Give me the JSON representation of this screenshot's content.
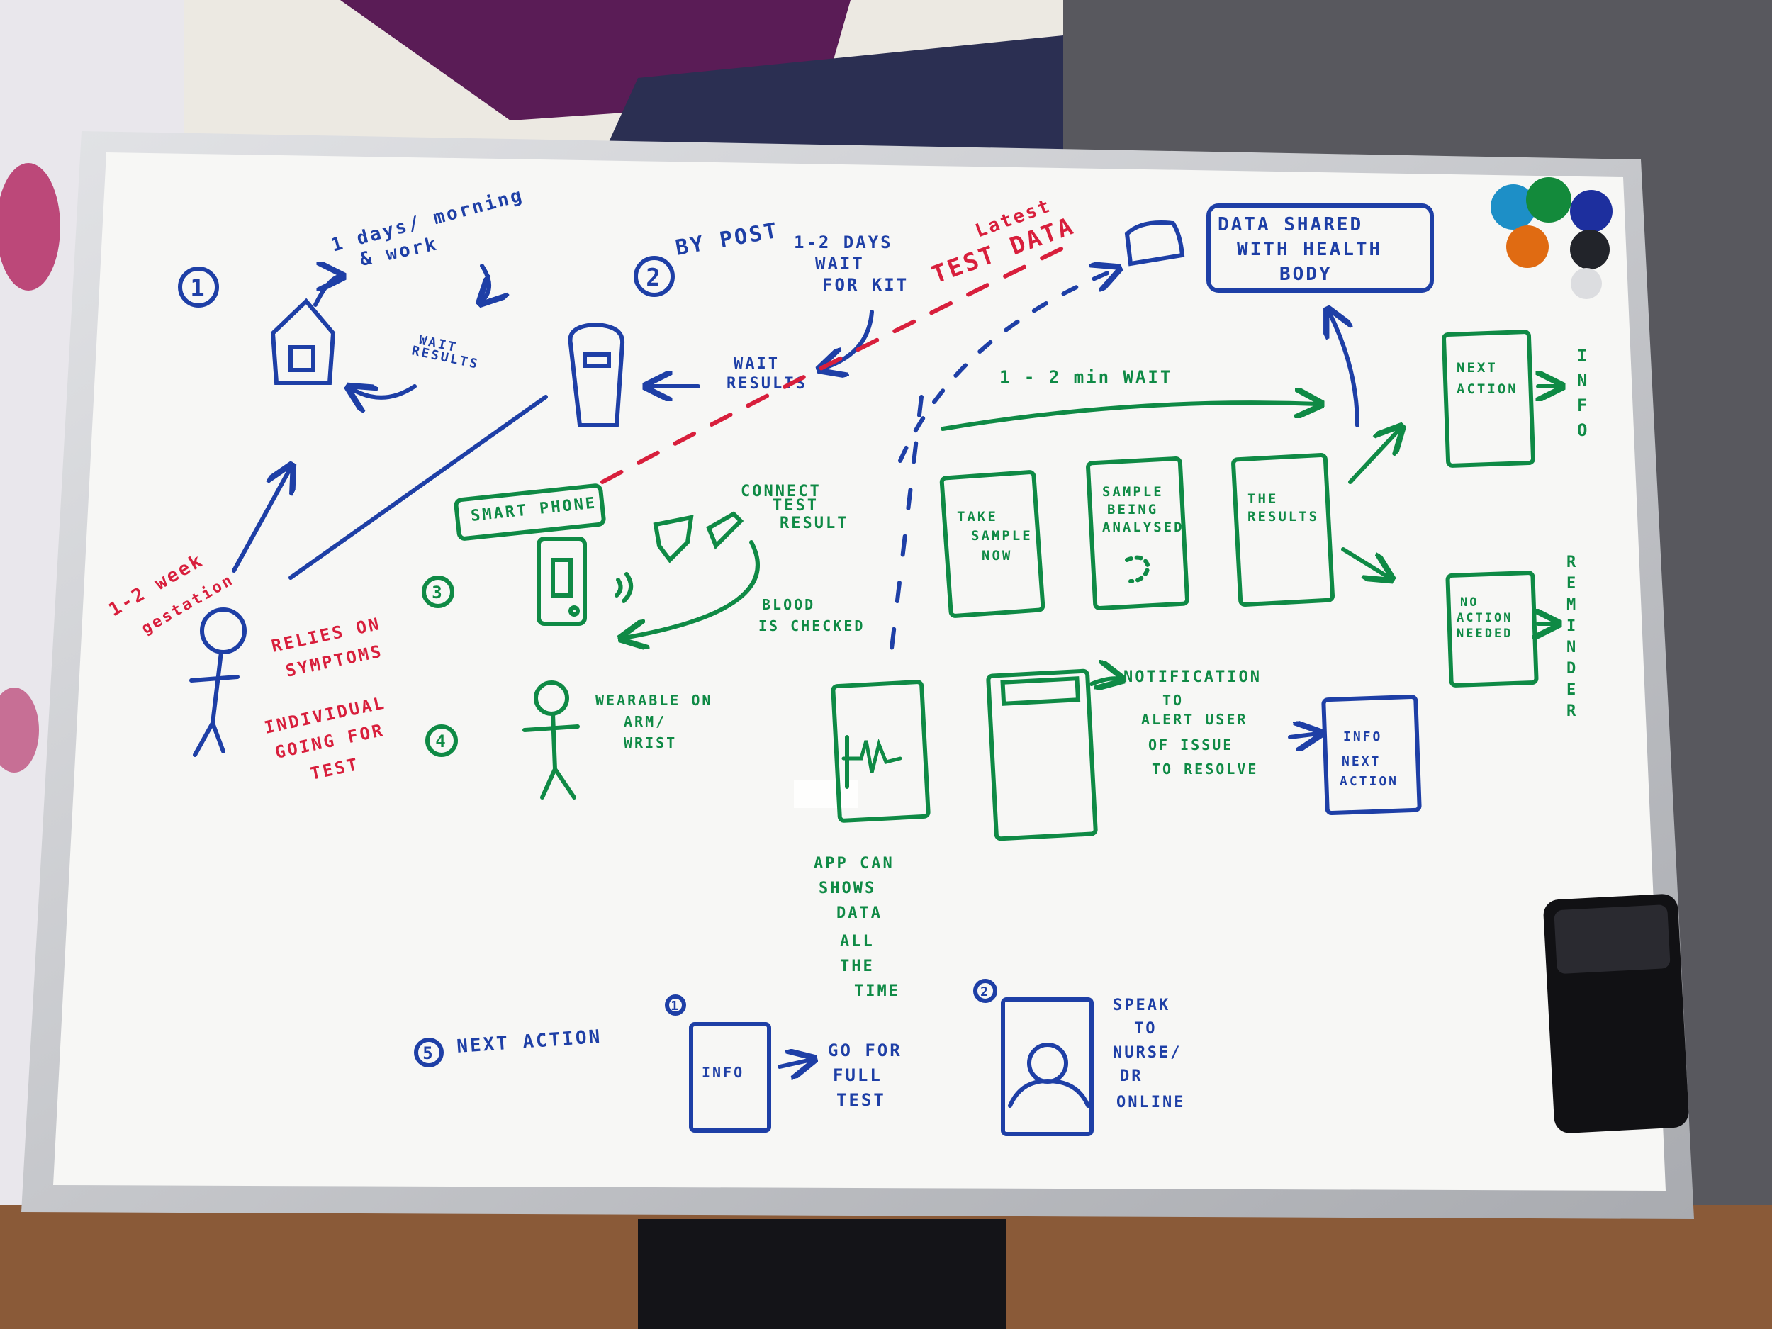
{
  "colors": {
    "blue_marker": "#1e3fa6",
    "green_marker": "#0f8a45",
    "red_marker": "#d81f3c",
    "board": "#f7f7f5",
    "frame": "#c9cacd"
  },
  "icons": [
    "house-icon",
    "postbox-icon",
    "stick-figure-icon",
    "smartphone-icon",
    "lancet-icon",
    "wifi-icon",
    "person-portrait-icon",
    "magnet-icon",
    "eraser-icon"
  ],
  "steps": {
    "one": {
      "number": "1",
      "cycle_top_1": "1 days/ morning",
      "cycle_top_2": "& work",
      "wait_1": "WAIT",
      "wait_2": "RESULTS",
      "duration_1": "1-2 week",
      "duration_2": "gestation"
    },
    "two": {
      "number": "2",
      "title": "BY POST",
      "days_1": "1-2 DAYS",
      "days_2": "WAIT",
      "days_3": "FOR KIT",
      "wait_1": "WAIT",
      "wait_2": "RESULTS"
    },
    "three": {
      "number": "3",
      "smartphone": "SMART PHONE",
      "connect_1": "CONNECT",
      "connect_2": "TEST",
      "connect_3": "RESULT",
      "blood_1": "BLOOD",
      "blood_2": "IS CHECKED"
    },
    "four": {
      "number": "4",
      "wearable_1": "WEARABLE ON",
      "wearable_2": "ARM/",
      "wearable_3": "WRIST"
    },
    "five": {
      "number": "5",
      "title": "NEXT ACTION",
      "sub1": "1",
      "sub2": "2",
      "card_info": "INFO",
      "go_1": "GO FOR",
      "go_2": "FULL",
      "go_3": "TEST",
      "speak_1": "SPEAK",
      "speak_2": "TO",
      "speak_3": "NURSE/",
      "speak_4": "DR",
      "speak_5": "ONLINE"
    }
  },
  "red_notes": {
    "latest_1": "Latest",
    "latest_2": "TEST DATA",
    "relies_1": "RELIES ON",
    "relies_2": "SYMPTOMS",
    "individual_1": "INDIVIDUAL",
    "individual_2": "GOING FOR",
    "individual_3": "TEST"
  },
  "flow": {
    "data_shared_1": "DATA SHARED",
    "data_shared_2": "WITH HEALTH",
    "data_shared_3": "BODY",
    "wait_label": "1 - 2 min WAIT",
    "card_take_1": "TAKE",
    "card_take_2": "SAMPLE",
    "card_take_3": "NOW",
    "card_sample_1": "SAMPLE",
    "card_sample_2": "BEING",
    "card_sample_3": "ANALYSED",
    "card_results_1": "THE",
    "card_results_2": "RESULTS",
    "next_action_1": "NEXT",
    "next_action_2": "ACTION",
    "no_action_1": "NO",
    "no_action_2": "ACTION",
    "no_action_3": "NEEDED",
    "info_vertical": [
      "I",
      "N",
      "F",
      "O"
    ],
    "reminder_vertical": [
      "R",
      "E",
      "M",
      "I",
      "N",
      "D",
      "E",
      "R"
    ]
  },
  "wearable_flow": {
    "notification_1": "NOTIFICATION",
    "notification_2": "TO",
    "notification_3": "ALERT USER",
    "notification_4": "OF ISSUE",
    "notification_5": "TO RESOLVE",
    "info_card_1": "INFO",
    "info_card_2": "NEXT",
    "info_card_3": "ACTION",
    "app_1": "APP CAN",
    "app_2": "SHOWS",
    "app_3": "DATA",
    "app_4": "ALL",
    "app_5": "THE",
    "app_6": "TIME"
  }
}
